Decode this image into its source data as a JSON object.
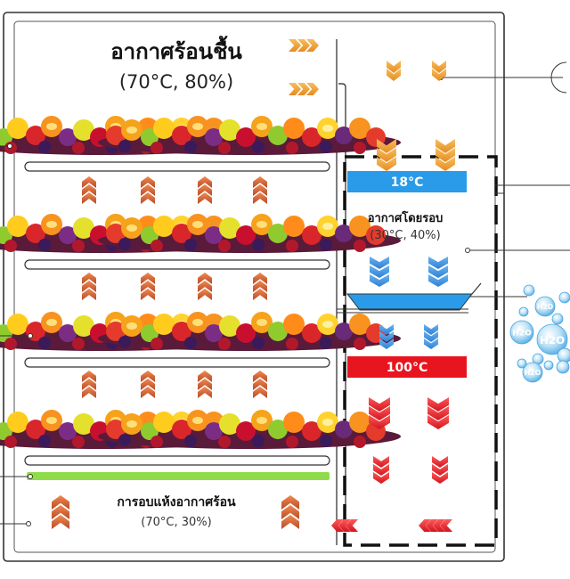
{
  "labels": {
    "hot_humid_title": "อากาศร้อนชื้น",
    "hot_humid_values": "(70°C, 80%)",
    "ambient_title": "อากาศโดยรอบ",
    "ambient_values": "(30°C, 40%)",
    "cold_temp": "18°C",
    "hot_temp": "100°C",
    "drying_title": "การอบแห้งอากาศร้อน",
    "drying_values": "(70°C, 30%)",
    "h2o": "H2O"
  },
  "colors": {
    "orange_arrow": "#f0a030",
    "brown_arrow": "#c05a30",
    "blue_arrow": "#3a8ee0",
    "red_arrow": "#e0303a",
    "cold_bar": "#2a9be8",
    "hot_bar": "#e8141e",
    "heater_bar": "#8fdc4a",
    "water": "#7cc6ef"
  }
}
